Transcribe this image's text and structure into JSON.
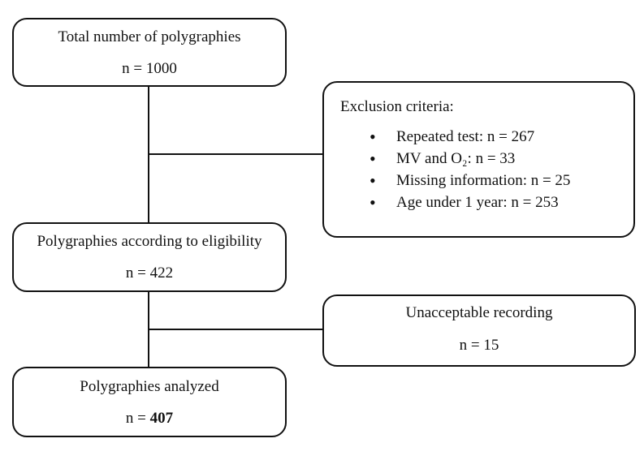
{
  "boxes": {
    "total": {
      "title": "Total number of polygraphies",
      "count": "n = 1000"
    },
    "exclusion": {
      "title": "Exclusion criteria:",
      "items": [
        "Repeated test: n = 267",
        "MV and O₂: n = 33",
        "Missing information: n = 25",
        "Age under 1 year: n = 253"
      ]
    },
    "eligibility": {
      "title": "Polygraphies according to eligibility",
      "count": "n = 422"
    },
    "unacceptable": {
      "title": "Unacceptable recording",
      "count": "n = 15"
    },
    "analyzed": {
      "title": "Polygraphies analyzed",
      "count_prefix": "n = ",
      "count_value": "407"
    }
  },
  "colors": {
    "ink": "#111111",
    "background": "#ffffff"
  }
}
